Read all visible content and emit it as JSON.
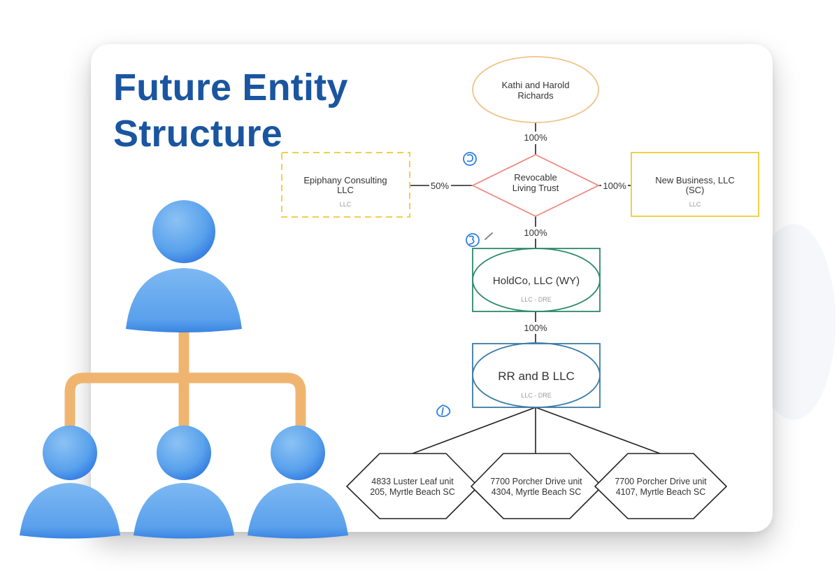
{
  "slide": {
    "title_line1": "Future Entity",
    "title_line2": "Structure"
  },
  "colors": {
    "title": "#1a55a0",
    "owners_outline": "#f0c48a",
    "trust_outline": "#ee8a80",
    "llc_outline": "#f2cf4a",
    "holdco_outline": "#2e8a6a",
    "rrb_outline": "#3a7ca5",
    "annotation": "#2f7fe6",
    "org_icon_blue": "#5aa2ec",
    "org_icon_connector": "#efb570"
  },
  "diagram": {
    "owners": {
      "line1": "Kathi and Harold",
      "line2": "Richards"
    },
    "owners_to_trust_pct": "100%",
    "trust": {
      "line1": "Revocable",
      "line2": "Living Trust"
    },
    "epiphany": {
      "line1": "Epiphany Consulting",
      "line2": "LLC",
      "type": "LLC"
    },
    "trust_to_epiphany_pct": "50%",
    "new_business": {
      "line1": "New Business, LLC",
      "line2": "(SC)",
      "type": "LLC"
    },
    "trust_to_new_business_pct": "100%",
    "trust_to_holdco_pct": "100%",
    "holdco": {
      "name": "HoldCo, LLC (WY)",
      "type": "LLC - DRE"
    },
    "holdco_to_rrb_pct": "100%",
    "rrb": {
      "name": "RR and B LLC",
      "type": "LLC - DRE"
    },
    "properties": [
      {
        "line1": "4833 Luster Leaf unit",
        "line2": "205, Myrtle Beach SC"
      },
      {
        "line1": "7700 Porcher Drive unit",
        "line2": "4304, Myrtle Beach SC"
      },
      {
        "line1": "7700 Porcher Drive unit",
        "line2": "4107, Myrtle Beach SC"
      }
    ],
    "annotations": [
      "2",
      "3",
      "1"
    ]
  },
  "decoration": {
    "icon": "org-chart-icon"
  }
}
